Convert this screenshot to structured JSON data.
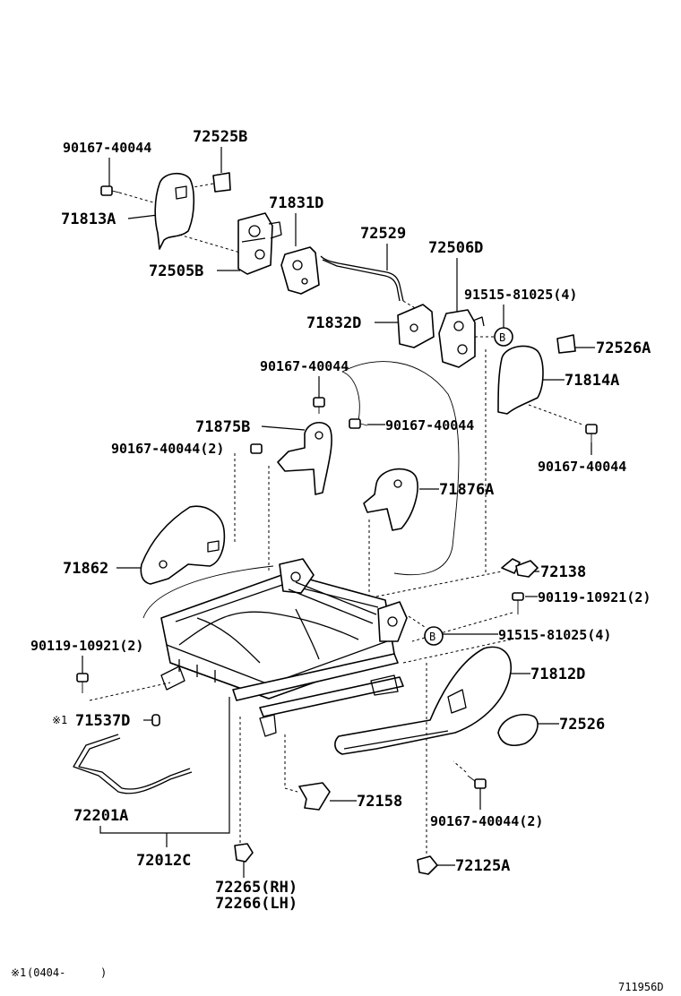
{
  "diagram_id": "711956D",
  "footnote": {
    "mark": "※1",
    "text": "(0404-",
    "close": ")"
  },
  "callout_marker": "B",
  "part_labels": {
    "p_90167_40044_a": "90167-40044",
    "p_72525B": "72525B",
    "p_71813A": "71813A",
    "p_71831D": "71831D",
    "p_72529": "72529",
    "p_72506D": "72506D",
    "p_72505B": "72505B",
    "p_91515_81025_a": "91515-81025(4)",
    "p_71832D": "71832D",
    "p_72526A": "72526A",
    "p_90167_40044_b": "90167-40044",
    "p_71814A": "71814A",
    "p_71875B": "71875B",
    "p_90167_40044_c": "90167-40044",
    "p_90167_40044_2a": "90167-40044(2)",
    "p_90167_40044_d": "90167-40044",
    "p_71876A": "71876A",
    "p_71862": "71862",
    "p_72138": "72138",
    "p_90119_10921_a": "90119-10921(2)",
    "p_90119_10921_b": "90119-10921(2)",
    "p_91515_81025_b": "91515-81025(4)",
    "p_71812D": "71812D",
    "p_71537D": "71537D",
    "p_71537D_mark": "※1",
    "p_72526": "72526",
    "p_72158": "72158",
    "p_72201A": "72201A",
    "p_90167_40044_2b": "90167-40044(2)",
    "p_72012C": "72012C",
    "p_72125A": "72125A",
    "p_72265": "72265(RH)",
    "p_72266": "72266(LH)"
  }
}
